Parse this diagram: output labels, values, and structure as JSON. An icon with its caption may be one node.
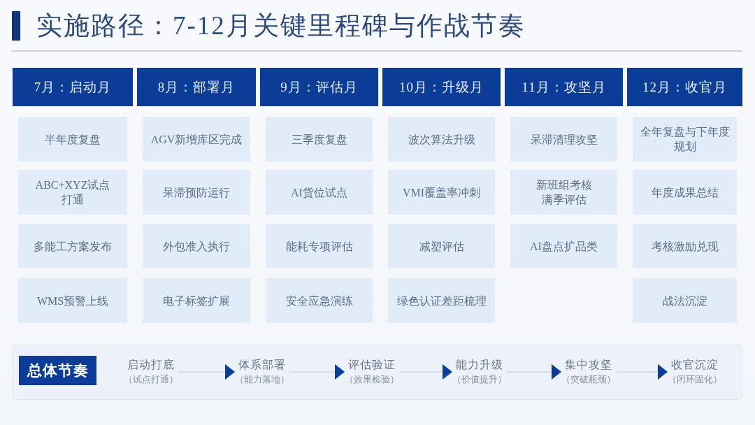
{
  "diagram": {
    "title": "实施路径：7-12月关键里程碑与作战节奏",
    "nodes": [
      {
        "text": [
          "7月：启动月"
        ]
      },
      {
        "text": [
          "8月：部署月"
        ]
      },
      {
        "text": [
          "9月：评估月"
        ]
      },
      {
        "text": [
          "10月：升级月"
        ]
      },
      {
        "text": [
          "11月：攻坚月"
        ]
      },
      {
        "text": [
          "12月：收官月"
        ]
      },
      {
        "text": [
          "半年度复盘"
        ]
      },
      {
        "text": [
          "AGV新增库区完成"
        ]
      },
      {
        "text": [
          "三季度复盘"
        ]
      },
      {
        "text": [
          "波次算法升级"
        ]
      },
      {
        "text": [
          "呆滞清理攻坚"
        ]
      },
      {
        "text": [
          "全年复盘与下年度规划"
        ]
      },
      {
        "text": [
          "ABC+XYZ试点打通"
        ]
      },
      {
        "text": [
          "呆滞预防运行"
        ]
      },
      {
        "text": [
          "AI货位试点"
        ]
      },
      {
        "text": [
          "VMI覆盖率冲刺"
        ]
      },
      {
        "text": [
          "新班组考核满季评估"
        ]
      },
      {
        "text": [
          "年度成果总结"
        ]
      },
      {
        "text": [
          "多能工方案发布"
        ]
      },
      {
        "text": [
          "外包准入执行"
        ]
      },
      {
        "text": [
          "能耗专项评估"
        ]
      },
      {
        "text": [
          "减塑评估"
        ]
      },
      {
        "text": [
          "AI盘点扩品类"
        ]
      },
      {
        "text": [
          "考核激励兑现"
        ]
      },
      {
        "text": [
          "WMS预警上线"
        ]
      },
      {
        "text": [
          "电子标签扩展"
        ]
      },
      {
        "text": [
          "安全应急演练"
        ]
      },
      {
        "text": [
          "绿色认证差距梳理"
        ]
      },
      {
        "text": [
          "战法沉淀"
        ]
      },
      {
        "text": [],
        "shape": "box"
      },
      {
        "text": [
          "总体节奏"
        ],
        "in": 29
      },
      {
        "text": [
          "启动打底",
          "（试点打通）"
        ],
        "in": 29
      },
      {
        "text": [
          "体系部署",
          "（能力落地）"
        ],
        "in": 29
      },
      {
        "text": [
          "评估验证",
          "（效果检验）"
        ],
        "in": 29
      },
      {
        "text": [
          "能力升级",
          "（价值提升）"
        ],
        "in": 29
      },
      {
        "text": [
          "集中攻坚",
          "（突破瓶颈）"
        ],
        "in": 29
      },
      {
        "text": [
          "收官沉淀",
          "（闭环固化）"
        ],
        "in": 29
      }
    ],
    "edges": [
      {
        "from": 31,
        "to": 32,
        "arrow": "to"
      },
      {
        "from": 32,
        "to": 33,
        "arrow": "to"
      },
      {
        "from": 33,
        "to": 34,
        "arrow": "to"
      },
      {
        "from": 34,
        "to": 35,
        "arrow": "to"
      },
      {
        "from": 35,
        "to": 36,
        "arrow": "to"
      }
    ]
  }
}
